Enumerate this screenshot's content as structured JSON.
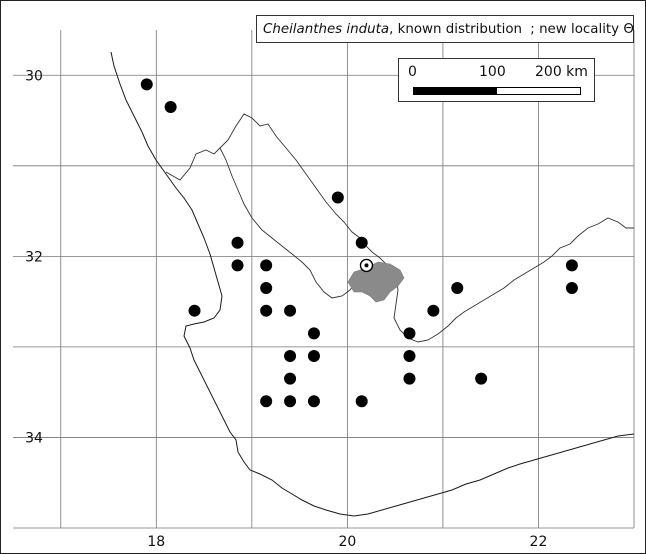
{
  "legend": {
    "species": "Cheilanthes induta",
    "text_known": ", known distribution",
    "text_new": "; new locality",
    "new_symbol": "Θ"
  },
  "scale_bar": {
    "labels": [
      "0",
      "100",
      "200 km"
    ]
  },
  "axes": {
    "longitude_ticks": [
      {
        "value": 18,
        "label": "18"
      },
      {
        "value": 20,
        "label": "20"
      },
      {
        "value": 22,
        "label": "22"
      }
    ],
    "latitude_ticks": [
      {
        "value": 30,
        "label": "30"
      },
      {
        "value": 32,
        "label": "32"
      },
      {
        "value": 34,
        "label": "34"
      }
    ],
    "longitude_range": [
      16.5,
      23
    ],
    "latitude_range": [
      29.5,
      35
    ],
    "grid_step_degrees": 1,
    "grid": true
  },
  "known_localities": [
    {
      "lon": 17.9,
      "lat": 30.1
    },
    {
      "lon": 18.15,
      "lat": 30.35
    },
    {
      "lon": 19.9,
      "lat": 31.35
    },
    {
      "lon": 18.85,
      "lat": 31.85
    },
    {
      "lon": 20.15,
      "lat": 31.85
    },
    {
      "lon": 18.85,
      "lat": 32.1
    },
    {
      "lon": 19.15,
      "lat": 32.1
    },
    {
      "lon": 22.35,
      "lat": 32.1
    },
    {
      "lon": 19.15,
      "lat": 32.35
    },
    {
      "lon": 21.15,
      "lat": 32.35
    },
    {
      "lon": 22.35,
      "lat": 32.35
    },
    {
      "lon": 18.4,
      "lat": 32.6
    },
    {
      "lon": 19.15,
      "lat": 32.6
    },
    {
      "lon": 19.4,
      "lat": 32.6
    },
    {
      "lon": 20.9,
      "lat": 32.6
    },
    {
      "lon": 19.65,
      "lat": 32.85
    },
    {
      "lon": 20.65,
      "lat": 32.85
    },
    {
      "lon": 19.4,
      "lat": 33.1
    },
    {
      "lon": 19.65,
      "lat": 33.1
    },
    {
      "lon": 20.65,
      "lat": 33.1
    },
    {
      "lon": 19.4,
      "lat": 33.35
    },
    {
      "lon": 20.65,
      "lat": 33.35
    },
    {
      "lon": 21.4,
      "lat": 33.35
    },
    {
      "lon": 19.15,
      "lat": 33.6
    },
    {
      "lon": 19.4,
      "lat": 33.6
    },
    {
      "lon": 19.65,
      "lat": 33.6
    },
    {
      "lon": 20.15,
      "lat": 33.6
    }
  ],
  "new_locality": {
    "lon": 20.2,
    "lat": 32.1
  },
  "colors": {
    "grid": "#777777",
    "coast": "#1a1a1a",
    "border": "#333333",
    "shaded_area": "#8a8a8a",
    "dot": "#000000"
  }
}
